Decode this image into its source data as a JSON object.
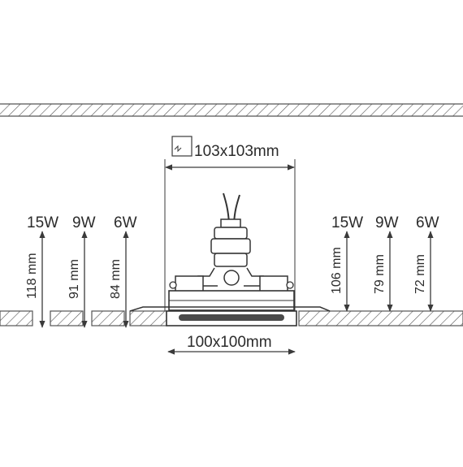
{
  "colors": {
    "line": "#3a3a3a",
    "hatch": "#555555",
    "fill_dark": "#4a4a4a",
    "background": "#ffffff"
  },
  "dimensions": {
    "cutout_top": "103x103mm",
    "cutout_bottom": "100x100mm"
  },
  "left_group": {
    "watts": [
      "15W",
      "9W",
      "6W"
    ],
    "heights": [
      "118 mm",
      "91 mm",
      "84 mm"
    ]
  },
  "right_group": {
    "watts": [
      "15W",
      "9W",
      "6W"
    ],
    "heights": [
      "106 mm",
      "79 mm",
      "72 mm"
    ]
  },
  "icons": [
    "square-cutout-icon"
  ]
}
